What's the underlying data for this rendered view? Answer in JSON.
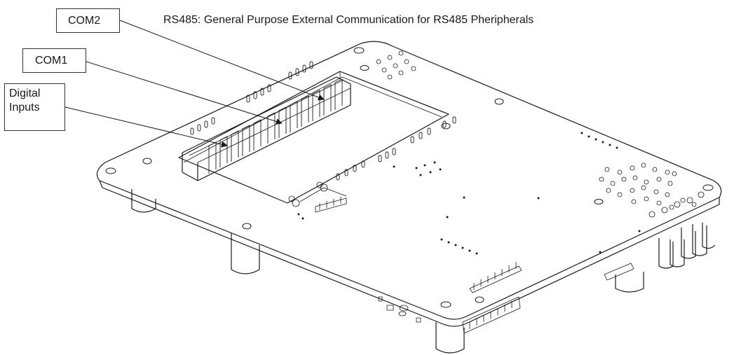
{
  "title": "RS485:  General Purpose External Communication for RS485 Pheripherals",
  "callouts": {
    "com2": "COM2",
    "com1": "COM1",
    "digital_inputs_line1": "Digital",
    "digital_inputs_line2": "Inputs"
  },
  "colors": {
    "ink": "#1a1a1a",
    "background": "#ffffff"
  }
}
